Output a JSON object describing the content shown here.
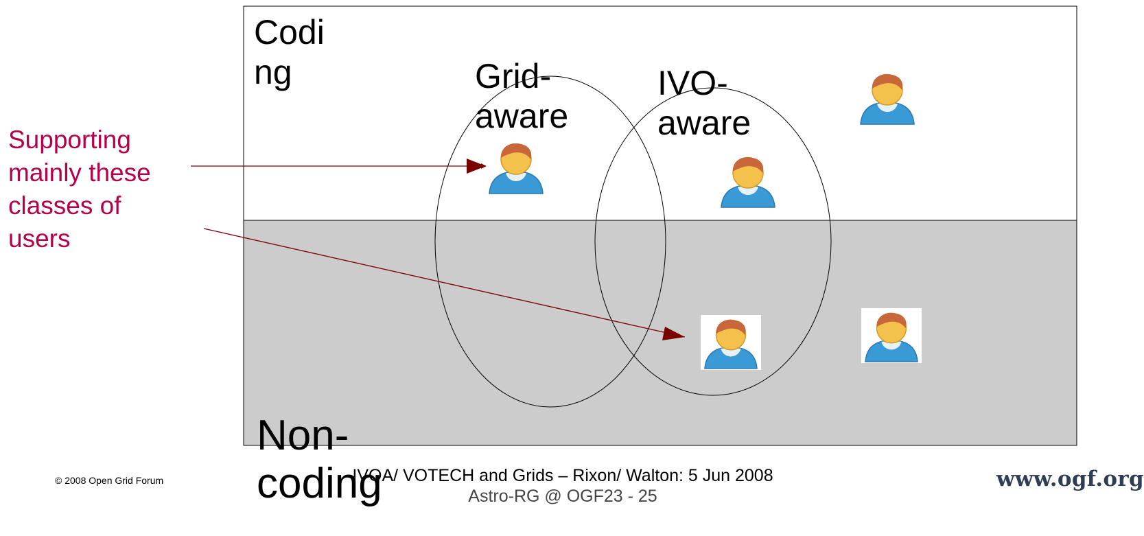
{
  "diagram": {
    "regions": {
      "coding_label_line1": "Codi",
      "coding_label_line2": "ng",
      "noncoding_label_line1": "Non-",
      "noncoding_label_line2": "coding"
    },
    "sets": {
      "grid_aware_line1": "Grid-",
      "grid_aware_line2": "aware",
      "ivo_aware_line1": "IVO-",
      "ivo_aware_line2": "aware"
    },
    "callout": {
      "line1": "Supporting",
      "line2": "mainly these",
      "line3": "classes of",
      "line4": "users"
    },
    "icons": {
      "user": "user-icon",
      "arrow": "arrowhead"
    },
    "colors": {
      "callout_text": "#b5004a",
      "arrow": "#7a0000",
      "noncoding_fill": "#cccccc",
      "outline": "#000000"
    }
  },
  "footer": {
    "copyright": "© 2008 Open Grid Forum",
    "title_line1": "IVOA/ VOTECH and Grids – Rixon/ Walton: 5 Jun 2008",
    "title_line2": "Astro-RG @ OGF23 - 25",
    "website": "www.ogf.org"
  }
}
